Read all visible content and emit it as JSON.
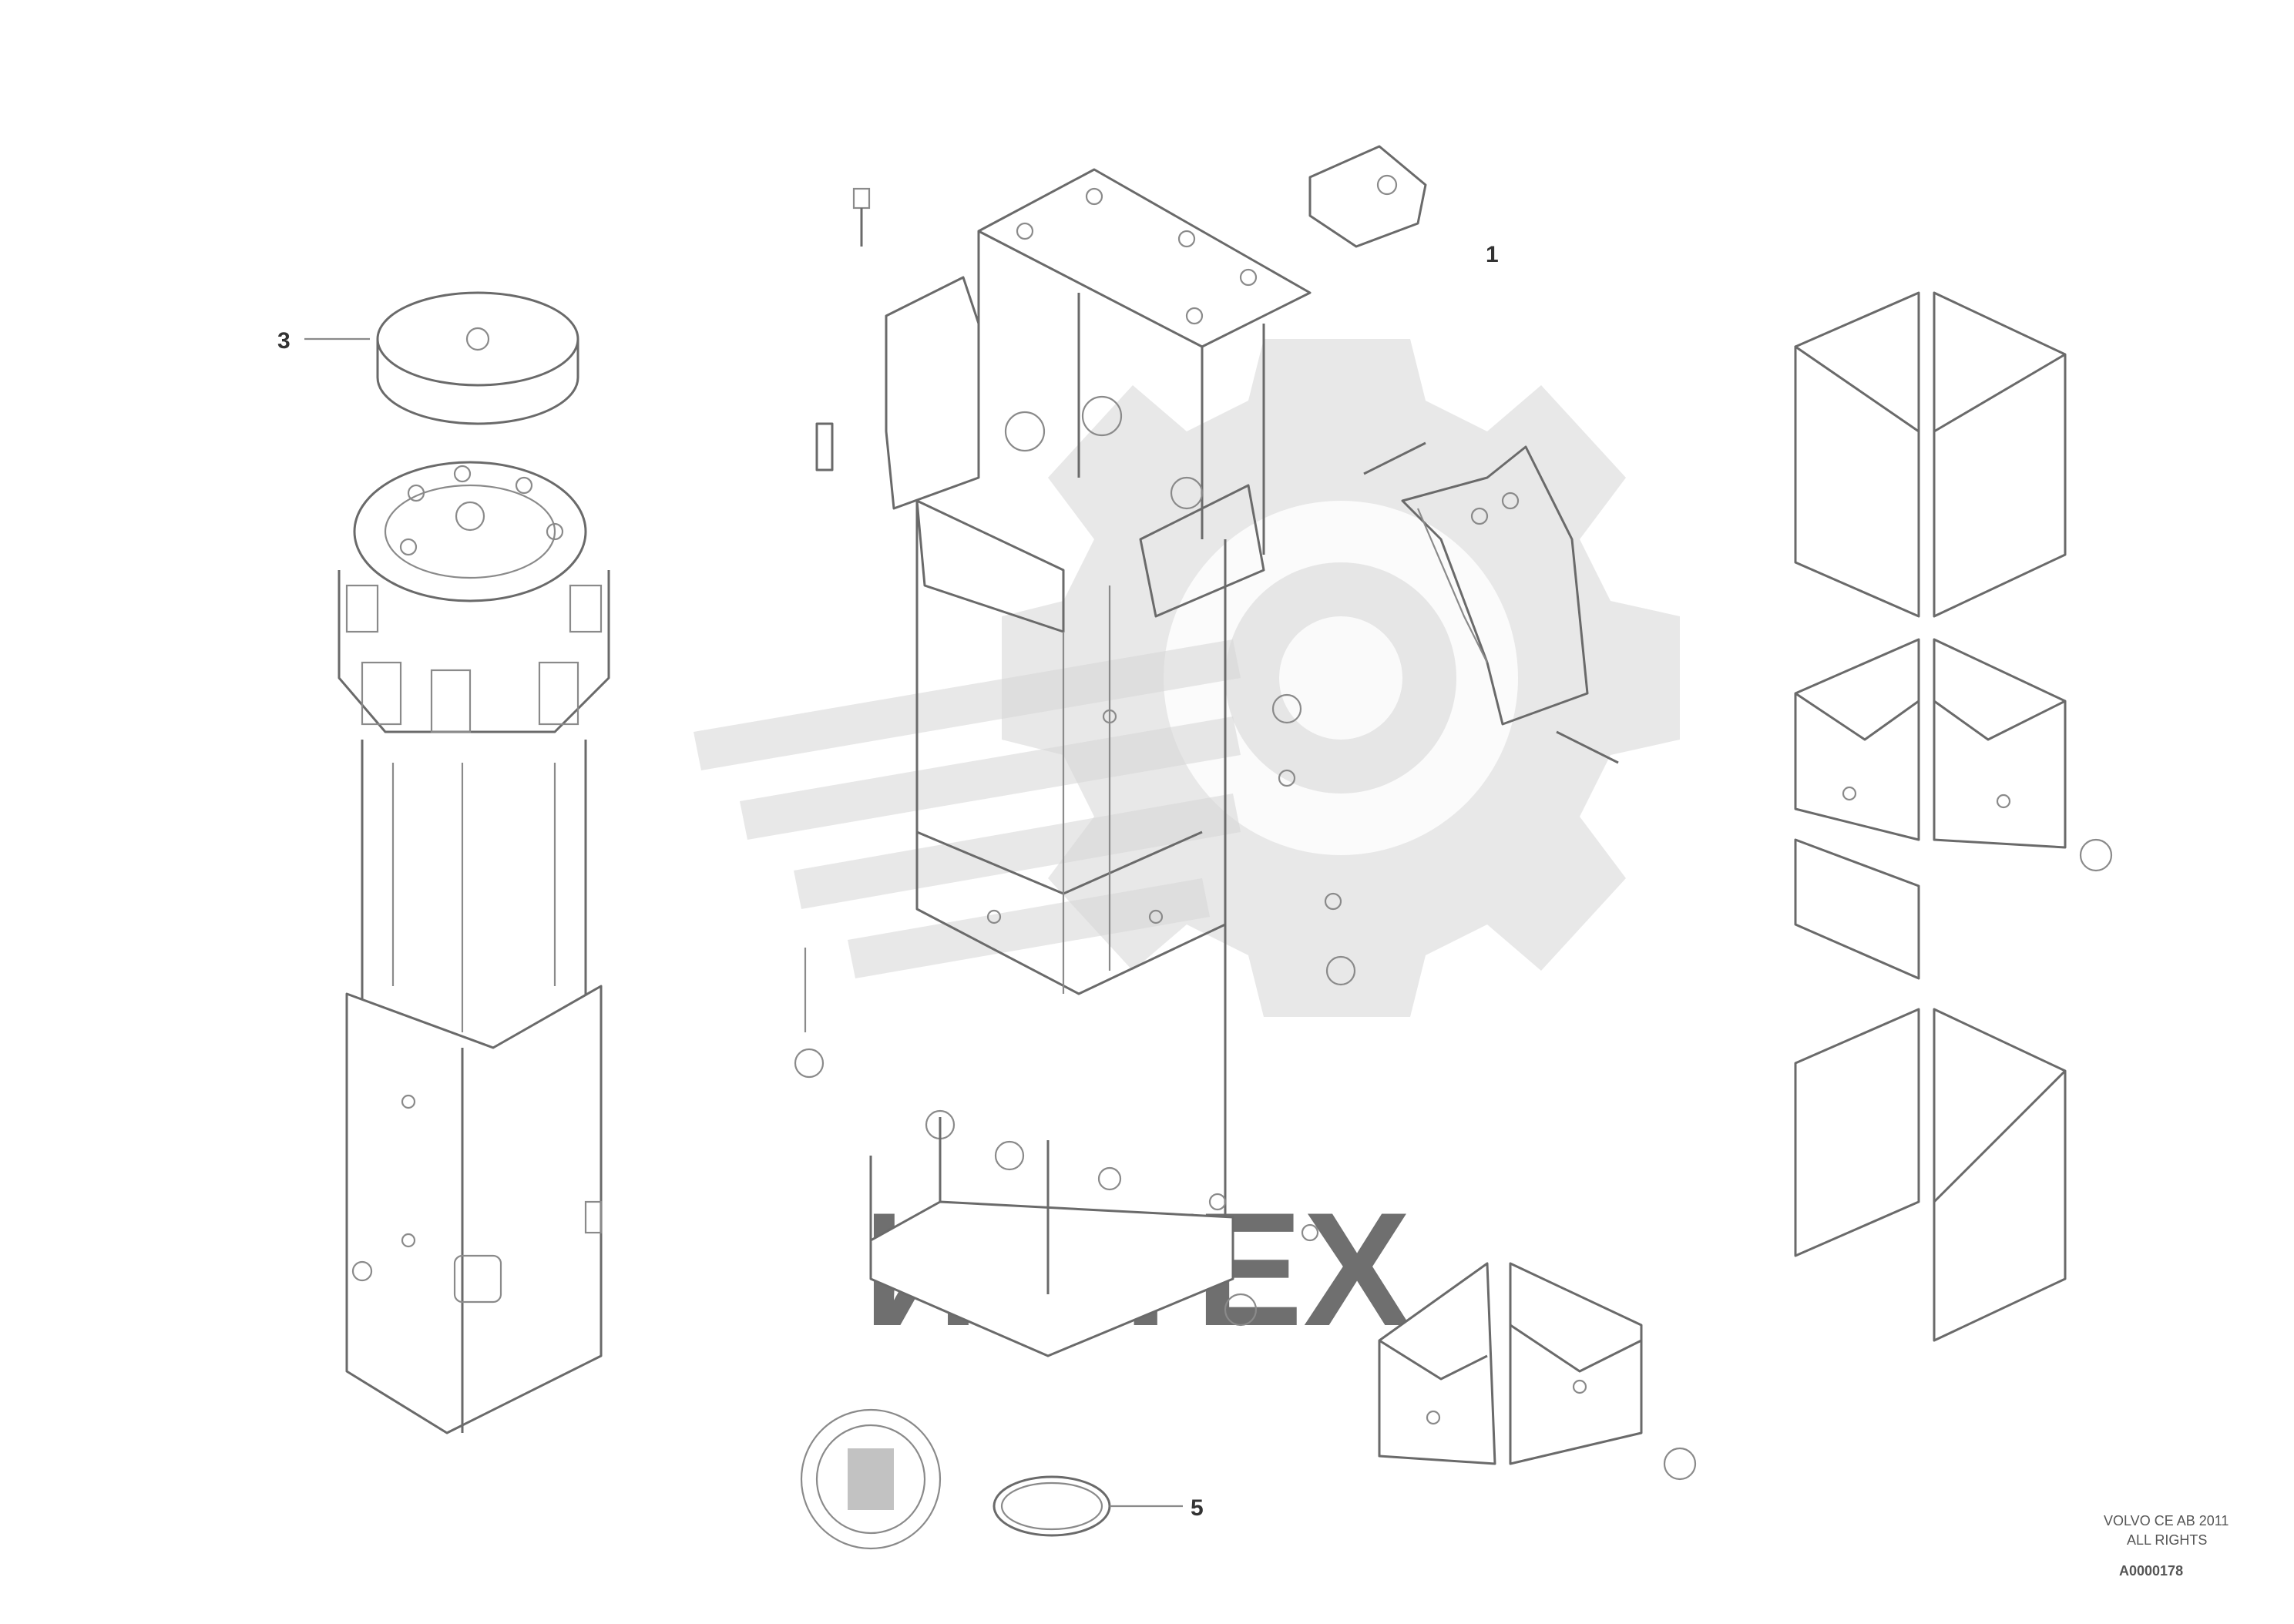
{
  "diagram": {
    "watermark_text": "ИНТЕХ",
    "callouts": [
      "3",
      "1",
      "5"
    ],
    "ref_block": {
      "line1": "VOLVO CE AB 2011",
      "line2": "ALL RIGHTS",
      "code": "A0000178"
    }
  },
  "colors": {
    "line": "#6a6a6a",
    "watermark": "#d6d6d6",
    "background": "#ffffff"
  }
}
